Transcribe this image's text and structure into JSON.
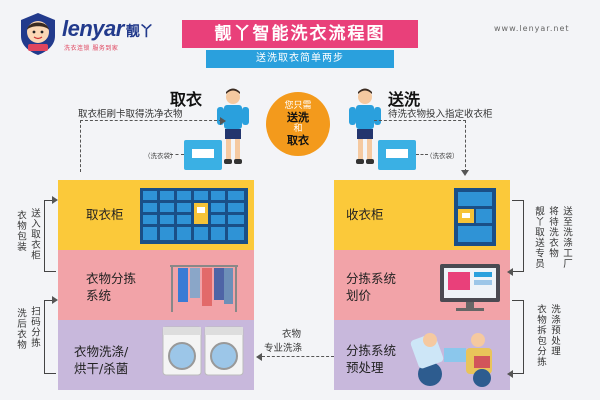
{
  "header": {
    "brand_name": "lenyar",
    "brand_cn": "靓丫",
    "slogan": "洗衣连锁 服务到家",
    "website": "www.lenyar.net",
    "title": "靓丫智能洗衣流程图",
    "subtitle": "送洗取衣简单两步"
  },
  "top": {
    "pickup_title": "取衣",
    "pickup_desc": "取衣柜刷卡取得洗净衣物",
    "send_title": "送洗",
    "send_desc": "待洗衣物投入指定收衣柜",
    "center_line1": "您只需",
    "center_line2": "送洗",
    "center_line3": "和",
    "center_line4": "取衣",
    "bag_label": "（洗衣袋）"
  },
  "left_panel": {
    "stage1": "取衣柜",
    "stage2_line1": "衣物分拣",
    "stage2_line2": "系统",
    "stage3_line1": "衣物洗涤/",
    "stage3_line2": "烘干/杀菌"
  },
  "right_panel": {
    "stage1": "收衣柜",
    "stage2_line1": "分拣系统",
    "stage2_line2": "划价",
    "stage3_line1": "分拣系统",
    "stage3_line2": "预处理"
  },
  "left_notes": {
    "note1_a": "送入取衣柜",
    "note1_b": "衣物包装",
    "note2_a": "扫码分拣",
    "note2_b": "洗后衣物"
  },
  "right_notes": {
    "note1_a": "送至洗涤工厂",
    "note1_b": "将待洗衣物",
    "note1_c": "靓丫取送专员",
    "note2_a": "洗涤预处理",
    "note2_b": "衣物拆包分拣"
  },
  "middle_note": {
    "line1": "衣物",
    "line2": "专业洗涤"
  },
  "colors": {
    "yellow": "#fbc93a",
    "pink": "#f2a3a8",
    "lavender": "#c8b8dc",
    "title_pink": "#e9407a",
    "subtitle_blue": "#2aa0dd",
    "orange": "#f39a1c",
    "locker_blue": "#1e82c8"
  }
}
